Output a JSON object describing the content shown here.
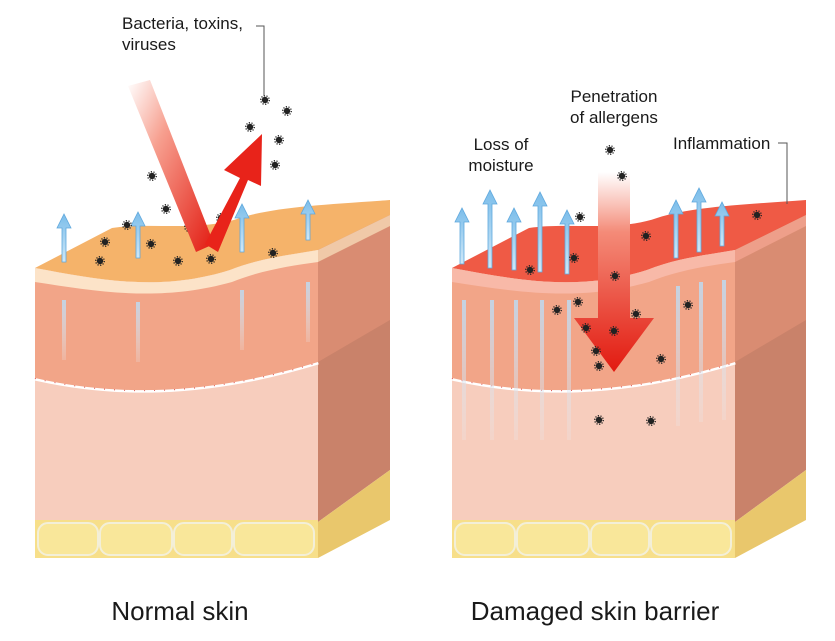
{
  "normal": {
    "caption": "Normal skin",
    "threat_label_line1": "Bacteria, toxins,",
    "threat_label_line2": "viruses"
  },
  "damaged": {
    "caption": "Damaged skin barrier",
    "moisture_label_line1": "Loss of",
    "moisture_label_line2": "moisture",
    "allergen_label_line1": "Penetration",
    "allergen_label_line2": "of allergens",
    "inflammation_label": "Inflammation"
  },
  "colors": {
    "normal_surface": "#F5B36A",
    "damaged_surface": "#EF5A45",
    "epidermis": "#F2A588",
    "dermis": "#F7CDBD",
    "side_face": "#C97760",
    "fat_cells": "#F7DF8A",
    "moisture_arrow": "#8CC7EE",
    "pathogen_arrow": "#E82416"
  }
}
